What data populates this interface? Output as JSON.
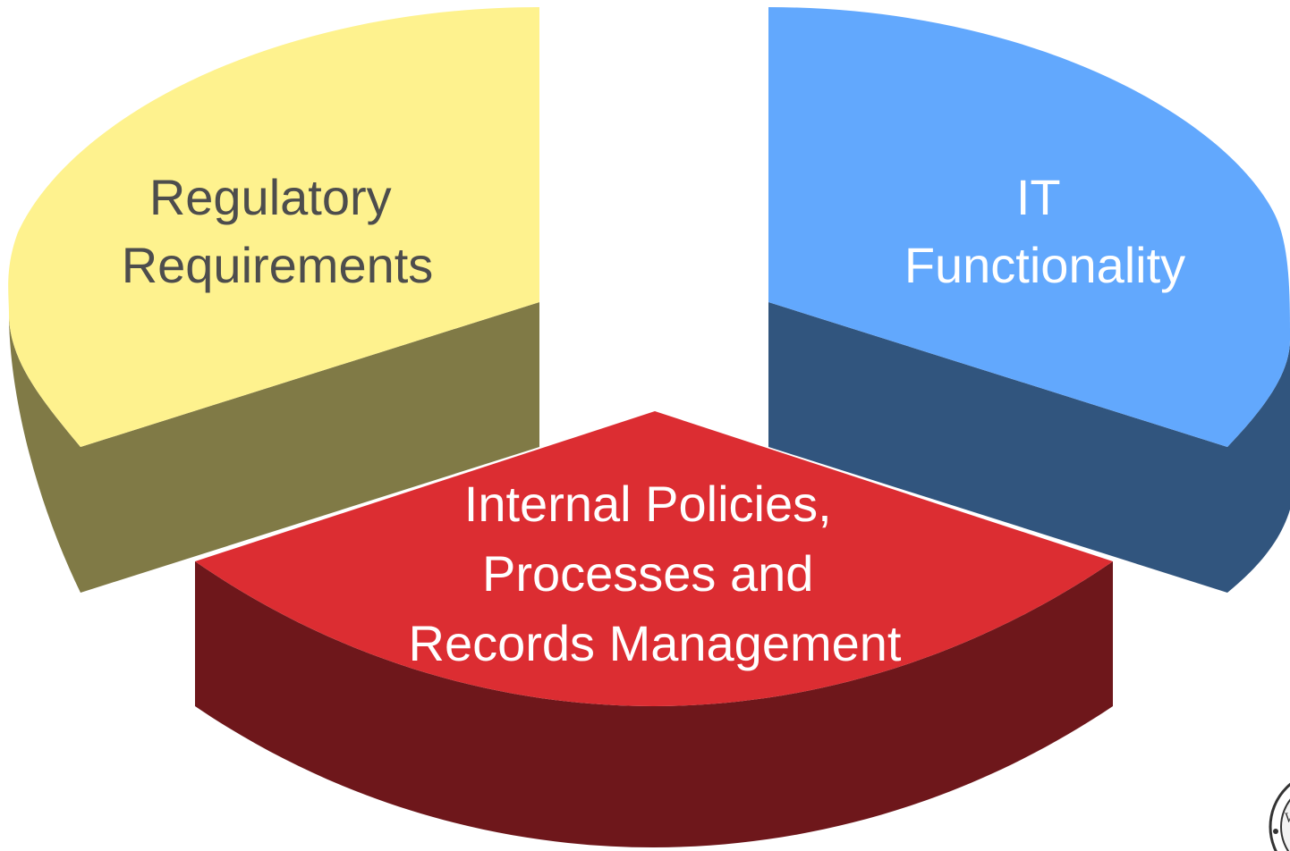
{
  "segments": [
    {
      "id": "regulatory",
      "lines": [
        "Regulatory",
        "Requirements"
      ],
      "top_color": "#FEF28E",
      "side_color": "#807A46",
      "text_color": "#4D4D4D"
    },
    {
      "id": "it",
      "lines": [
        "IT",
        "Functionality"
      ],
      "top_color": "#62A8FD",
      "side_color": "#31557E",
      "text_color": "#FFFFFF"
    },
    {
      "id": "internal",
      "lines": [
        "Internal Policies,",
        "Processes and",
        "Records Management"
      ],
      "top_color": "#DC2D32",
      "side_color": "#6E171B",
      "text_color": "#FFFFFF"
    }
  ],
  "seal": {
    "icon": "seal-icon",
    "text": "W"
  }
}
